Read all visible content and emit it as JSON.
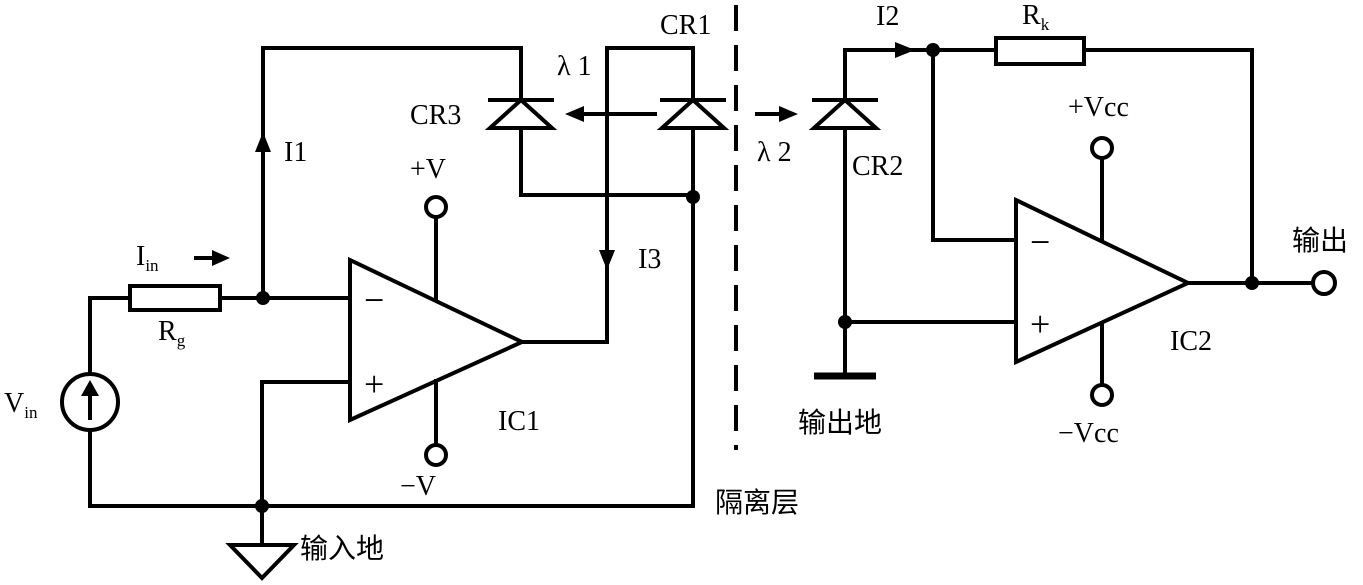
{
  "labels": {
    "cr1": "CR1",
    "cr2": "CR2",
    "cr3": "CR3",
    "lambda1": "λ 1",
    "lambda2": "λ 2",
    "i1": "I1",
    "i2": "I2",
    "i3": "I3",
    "iin_main": "I",
    "iin_sub": "in",
    "rg_main": "R",
    "rg_sub": "g",
    "rk_main": "R",
    "rk_sub": "k",
    "vin_main": "V",
    "vin_sub": "in",
    "plus_v": "+V",
    "minus_v": "−V",
    "plus_vcc": "+Vcc",
    "minus_vcc": "−Vcc",
    "ic1": "IC1",
    "ic2": "IC2",
    "opamp_minus": "−",
    "opamp_plus": "+",
    "input_ground": "输入地",
    "output_ground": "输出地",
    "isolation": "隔离层",
    "output": "输出"
  }
}
